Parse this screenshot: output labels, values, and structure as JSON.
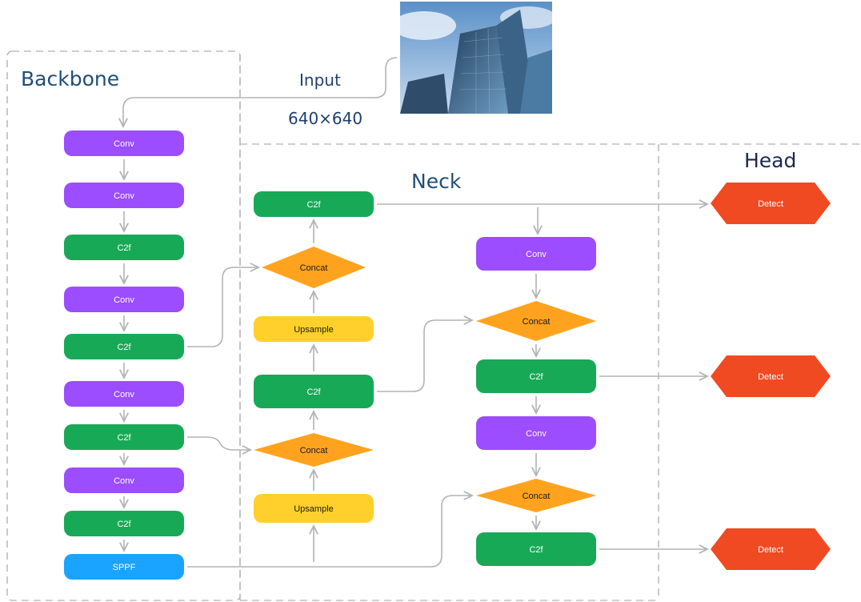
{
  "sections": {
    "backbone": "Backbone",
    "neck": "Neck",
    "head": "Head"
  },
  "input": {
    "label": "Input",
    "size": "640×640",
    "image": "city-skyscraper-photo"
  },
  "colors": {
    "conv": "#9b4dff",
    "c2f": "#18a957",
    "concat": "#ffa31f",
    "upsample": "#ffd02b",
    "sppf": "#1aa3ff",
    "detect": "#f04a23",
    "arrow": "#b3b3b3",
    "dashed": "#bdbdbd"
  },
  "nodes": [
    {
      "id": "b1",
      "label": "Conv",
      "kind": "conv"
    },
    {
      "id": "b2",
      "label": "Conv",
      "kind": "conv"
    },
    {
      "id": "b3",
      "label": "C2f",
      "kind": "c2f"
    },
    {
      "id": "b4",
      "label": "Conv",
      "kind": "conv"
    },
    {
      "id": "b5",
      "label": "C2f",
      "kind": "c2f"
    },
    {
      "id": "b6",
      "label": "Conv",
      "kind": "conv"
    },
    {
      "id": "b7",
      "label": "C2f",
      "kind": "c2f"
    },
    {
      "id": "b8",
      "label": "Conv",
      "kind": "conv"
    },
    {
      "id": "b9",
      "label": "C2f",
      "kind": "c2f"
    },
    {
      "id": "b10",
      "label": "SPPF",
      "kind": "sppf"
    },
    {
      "id": "n1",
      "label": "C2f",
      "kind": "c2f"
    },
    {
      "id": "n2",
      "label": "Concat",
      "kind": "concat"
    },
    {
      "id": "n3",
      "label": "Upsample",
      "kind": "upsample"
    },
    {
      "id": "n4",
      "label": "C2f",
      "kind": "c2f"
    },
    {
      "id": "n5",
      "label": "Concat",
      "kind": "concat"
    },
    {
      "id": "n6",
      "label": "Upsample",
      "kind": "upsample"
    },
    {
      "id": "m1",
      "label": "Conv",
      "kind": "conv"
    },
    {
      "id": "m2",
      "label": "Concat",
      "kind": "concat"
    },
    {
      "id": "m3",
      "label": "C2f",
      "kind": "c2f"
    },
    {
      "id": "m4",
      "label": "Conv",
      "kind": "conv"
    },
    {
      "id": "m5",
      "label": "Concat",
      "kind": "concat"
    },
    {
      "id": "m6",
      "label": "C2f",
      "kind": "c2f"
    },
    {
      "id": "d1",
      "label": "Detect",
      "kind": "detect"
    },
    {
      "id": "d2",
      "label": "Detect",
      "kind": "detect"
    },
    {
      "id": "d3",
      "label": "Detect",
      "kind": "detect"
    }
  ],
  "edges": [
    [
      "b1",
      "b2"
    ],
    [
      "b2",
      "b3"
    ],
    [
      "b3",
      "b4"
    ],
    [
      "b4",
      "b5"
    ],
    [
      "b5",
      "b6"
    ],
    [
      "b6",
      "b7"
    ],
    [
      "b7",
      "b8"
    ],
    [
      "b8",
      "b9"
    ],
    [
      "b9",
      "b10"
    ],
    [
      "b10",
      "n6"
    ],
    [
      "n6",
      "n5"
    ],
    [
      "b7",
      "n5"
    ],
    [
      "n5",
      "n4"
    ],
    [
      "n4",
      "n3"
    ],
    [
      "n3",
      "n2"
    ],
    [
      "b5",
      "n2"
    ],
    [
      "n2",
      "n1"
    ],
    [
      "n1",
      "m1"
    ],
    [
      "m1",
      "m2"
    ],
    [
      "n4",
      "m2"
    ],
    [
      "m2",
      "m3"
    ],
    [
      "m3",
      "m4"
    ],
    [
      "m4",
      "m5"
    ],
    [
      "b10",
      "m5"
    ],
    [
      "m5",
      "m6"
    ],
    [
      "n1",
      "d1"
    ],
    [
      "m3",
      "d2"
    ],
    [
      "m6",
      "d3"
    ]
  ]
}
